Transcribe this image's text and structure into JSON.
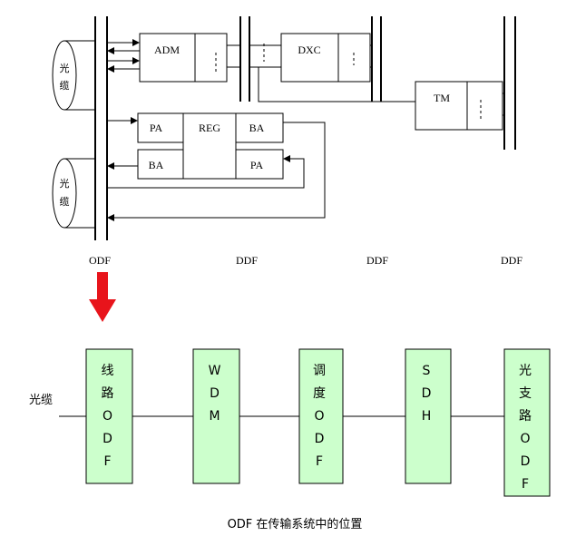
{
  "top_diagram": {
    "cable_label_chars": [
      "光",
      "缆"
    ],
    "blocks": {
      "adm": "ADM",
      "dxc": "DXC",
      "tm": "TM",
      "pa_upper": "PA",
      "reg": "REG",
      "ba_upper": "BA",
      "ba_lower": "BA",
      "pa_lower": "PA"
    },
    "frame_labels": {
      "odf": "ODF",
      "ddf_1": "DDF",
      "ddf_2": "DDF",
      "ddf_3": "DDF"
    },
    "arrow_color": "#e8141b"
  },
  "bottom_diagram": {
    "cable_label": "光缆",
    "box_fill": "#ccffcc",
    "boxes": [
      {
        "name": "line-odf",
        "chars": [
          "线",
          "路",
          "O",
          "D",
          "F"
        ]
      },
      {
        "name": "wdm",
        "chars": [
          "W",
          "D",
          "M"
        ]
      },
      {
        "name": "dispatch-odf",
        "chars": [
          "调",
          "度",
          "O",
          "D",
          "F"
        ]
      },
      {
        "name": "sdh",
        "chars": [
          "S",
          "D",
          "H"
        ]
      },
      {
        "name": "optical-branch-odf",
        "chars": [
          "光",
          "支",
          "路",
          "O",
          "D",
          "F"
        ]
      }
    ],
    "caption": "ODF 在传输系统中的位置"
  }
}
